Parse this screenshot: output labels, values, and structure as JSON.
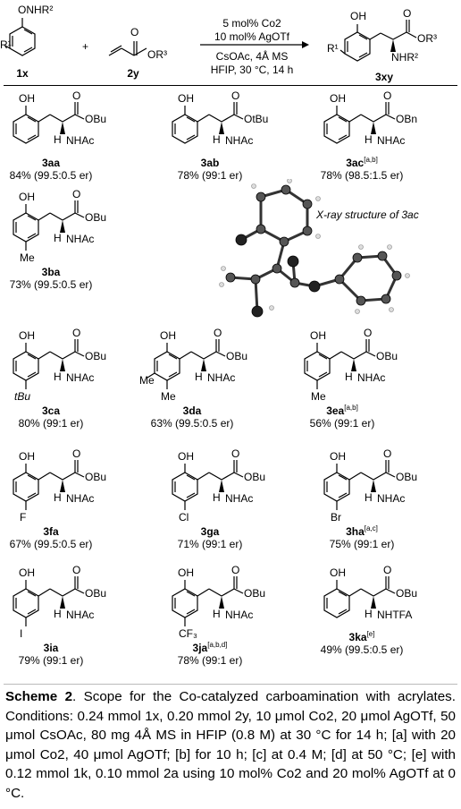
{
  "reaction": {
    "reagent_1": "ONHR²",
    "reagent_1_R": "R¹",
    "reagent_1_label": "1x",
    "plus": "+",
    "reagent_2_label": "2y",
    "reagent_2_or": "OR³",
    "cond_top_1": "5 mol% Co2",
    "cond_top_2": "10 mol% AgOTf",
    "cond_bot_1": "CsOAc, 4Å MS",
    "cond_bot_2": "HFIP, 30 °C, 14 h",
    "product_oh": "OH",
    "product_or": "OR³",
    "product_nhr": "NHR²",
    "product_r": "R¹",
    "product_label": "3xy"
  },
  "compounds": [
    {
      "id": "3aa",
      "label": "3aa",
      "sup": "",
      "yield": "84% (99.5:0.5 er)",
      "ester": "OBu",
      "amide": "NHAc",
      "sub": "",
      "sub2": ""
    },
    {
      "id": "3ab",
      "label": "3ab",
      "sup": "",
      "yield": "78% (99:1 er)",
      "ester": "OtBu",
      "amide": "NHAc",
      "sub": "",
      "sub2": ""
    },
    {
      "id": "3ac",
      "label": "3ac",
      "sup": "[a,b]",
      "yield": "78% (98.5:1.5 er)",
      "ester": "OBn",
      "amide": "NHAc",
      "sub": "",
      "sub2": ""
    },
    {
      "id": "3ba",
      "label": "3ba",
      "sup": "",
      "yield": "73% (99.5:0.5 er)",
      "ester": "OBu",
      "amide": "NHAc",
      "sub": "Me",
      "sub2": ""
    },
    {
      "id": "3ca",
      "label": "3ca",
      "sup": "",
      "yield": "80% (99:1 er)",
      "ester": "OBu",
      "amide": "NHAc",
      "sub": "tBu",
      "sub2": ""
    },
    {
      "id": "3da",
      "label": "3da",
      "sup": "",
      "yield": "63% (99.5:0.5 er)",
      "ester": "OBu",
      "amide": "NHAc",
      "sub": "Me",
      "sub2": "Me"
    },
    {
      "id": "3ea",
      "label": "3ea",
      "sup": "[a,b]",
      "yield": "56% (99:1 er)",
      "ester": "OBu",
      "amide": "NHAc",
      "sub": "Me",
      "sub2": ""
    },
    {
      "id": "3fa",
      "label": "3fa",
      "sup": "",
      "yield": "67% (99.5:0.5 er)",
      "ester": "OBu",
      "amide": "NHAc",
      "sub": "F",
      "sub2": ""
    },
    {
      "id": "3ga",
      "label": "3ga",
      "sup": "",
      "yield": "71% (99:1 er)",
      "ester": "OBu",
      "amide": "NHAc",
      "sub": "Cl",
      "sub2": ""
    },
    {
      "id": "3ha",
      "label": "3ha",
      "sup": "[a,c]",
      "yield": "75% (99:1 er)",
      "ester": "OBu",
      "amide": "NHAc",
      "sub": "Br",
      "sub2": ""
    },
    {
      "id": "3ia",
      "label": "3ia",
      "sup": "",
      "yield": "79% (99:1 er)",
      "ester": "OBu",
      "amide": "NHAc",
      "sub": "I",
      "sub2": ""
    },
    {
      "id": "3ja",
      "label": "3ja",
      "sup": "[a,b,d]",
      "yield": "78% (99:1 er)",
      "ester": "OBu",
      "amide": "NHAc",
      "sub": "CF₃",
      "sub2": ""
    },
    {
      "id": "3ka",
      "label": "3ka",
      "sup": "[e]",
      "yield": "49% (99.5:0.5 er)",
      "ester": "OBu",
      "amide": "NHTFA",
      "sub": "",
      "sub2": ""
    }
  ],
  "common": {
    "oh": "OH",
    "o": "O",
    "h": "H"
  },
  "xray": {
    "caption": "X-ray structure of 3ac"
  },
  "caption": {
    "title": "Scheme 2",
    "title_rest": ". Scope for the Co-catalyzed carboamination with acrylates.",
    "body": "Conditions: 0.24 mmol 1x, 0.20 mmol 2y, 10 μmol Co2, 20 μmol AgOTf, 50 μmol CsOAc, 80 mg 4Å MS in HFIP (0.8 M) at 30 °C for 14 h; [a] with 20 μmol Co2, 40 μmol AgOTf; [b] for 10 h; [c] at 0.4 M; [d] at 50 °C; [e] with 0.12 mmol 1k, 0.10 mmol 2a using 10 mol% Co2 and 20 mol% AgOTf at 0 °C."
  }
}
